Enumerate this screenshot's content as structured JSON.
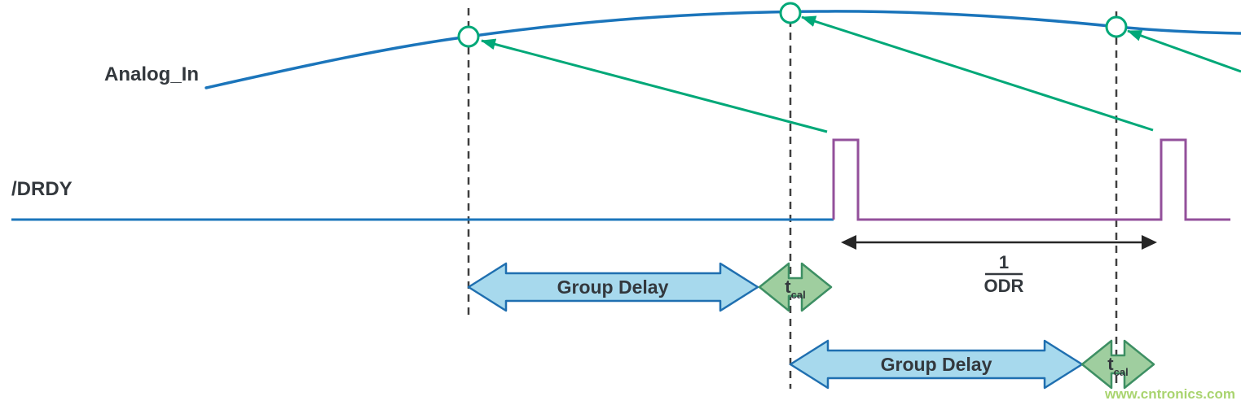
{
  "diagram": {
    "labels": {
      "analog_in": "Analog_In",
      "drdy": "/DRDY",
      "group_delay_1": "Group Delay",
      "group_delay_2": "Group Delay",
      "tcal_t_1": "t",
      "tcal_sub_1": "cal",
      "tcal_t_2": "t",
      "tcal_sub_2": "cal",
      "odr_num": "1",
      "odr_den": "ODR"
    },
    "watermark": "www.cntronics.com",
    "colors": {
      "analog_trace": "#1b75bb",
      "drdy_trace_blue": "#1b75bb",
      "drdy_pulse_purple": "#93509b",
      "sample_marker_green": "#00a878",
      "group_delay_fill": "#a7d9ed",
      "group_delay_stroke": "#1f6fb0",
      "tcal_fill": "#9fce9f",
      "tcal_stroke": "#3d8f63",
      "dashed_line": "#3f3f3f",
      "odr_arrow": "#262626",
      "label_text": "#33383d",
      "watermark_green": "#8dc63f"
    }
  }
}
